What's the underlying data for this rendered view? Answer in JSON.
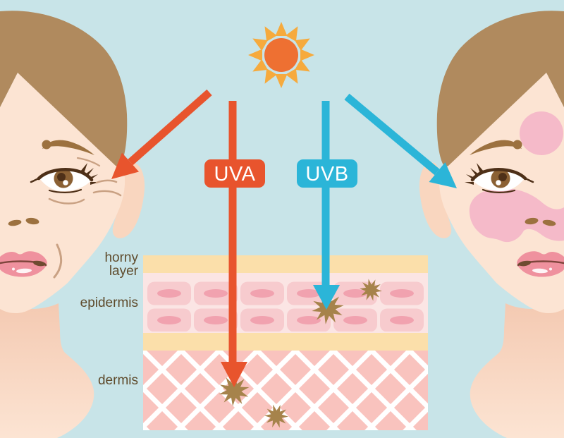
{
  "labels": {
    "uva": "UVA",
    "uvb": "UVB",
    "skin_layers": {
      "horny_line1": "horny",
      "horny_line2": "layer",
      "epidermis": "epidermis",
      "dermis": "dermis"
    }
  },
  "colors": {
    "background": "#C8E4E8",
    "uva_orange": "#E8542D",
    "uvb_blue": "#2BB5D8",
    "sun_core": "#EE7032",
    "sun_ray": "#F6AA3D",
    "hair": "#B08A5E",
    "skin": "#FCE4D3",
    "skin_shadow": "#F4C9B1",
    "ear": "#F9D6BF",
    "feature_brown": "#9C713F",
    "eye_dark": "#4E3018",
    "iris": "#8B6134",
    "wrinkle": "#C9A183",
    "lip": "#EF919E",
    "lip_line": "#7E453C",
    "lip_corner": "#6E4A30",
    "sunburn_pink": "#F5BAC9",
    "horny_cream": "#FBDFAA",
    "epidermis_bg": "#FBE5E4",
    "cell": "#F7CBCE",
    "cell_nucleus": "#F1A2AF",
    "dermis_pink": "#F9C3BE",
    "hatch_white": "#FFFFFF",
    "damage_star": "#A6834B",
    "label_text": "#5E4A2B"
  }
}
